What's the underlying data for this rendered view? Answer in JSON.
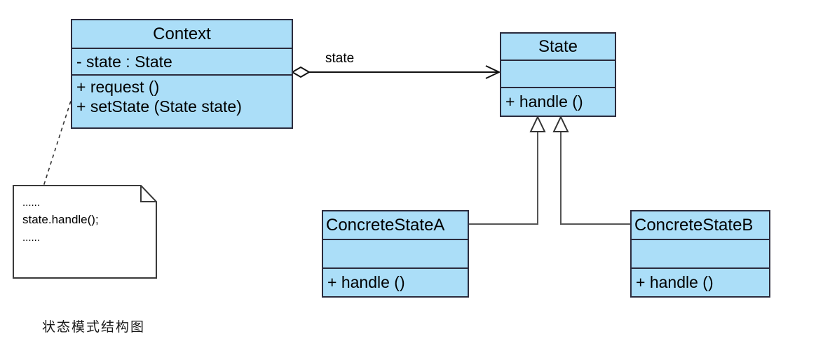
{
  "diagram": {
    "title_caption": "状态模式结构图",
    "fill_color": "#ABDEF8",
    "stroke_color": "#2b2b3d",
    "background": "#ffffff",
    "classes": [
      {
        "id": "context",
        "name": "Context",
        "name_align": "center",
        "attributes": [
          "- state  : State"
        ],
        "operations": [
          "+ request ()",
          "+ setState (State state)"
        ]
      },
      {
        "id": "state",
        "name": "State",
        "name_align": "center",
        "attributes": [
          ""
        ],
        "operations": [
          "+ handle ()"
        ]
      },
      {
        "id": "concrete-state-a",
        "name": "ConcreteStateA",
        "name_align": "left",
        "attributes": [
          ""
        ],
        "operations": [
          "+ handle ()"
        ]
      },
      {
        "id": "concrete-state-b",
        "name": "ConcreteStateB",
        "name_align": "left",
        "attributes": [
          ""
        ],
        "operations": [
          "+ handle ()"
        ]
      }
    ],
    "note": {
      "lines": [
        "......",
        "state.handle();",
        "......"
      ]
    },
    "relations": [
      {
        "id": "context-state",
        "type": "aggregation-directed",
        "label": "state",
        "from": "context",
        "to": "state"
      },
      {
        "id": "a-generalizes-state",
        "type": "generalization",
        "label": "",
        "from": "concrete-state-a",
        "to": "state"
      },
      {
        "id": "b-generalizes-state",
        "type": "generalization",
        "label": "",
        "from": "concrete-state-b",
        "to": "state"
      },
      {
        "id": "note-anchor",
        "type": "note-link",
        "label": "",
        "from": "note",
        "to": "context"
      }
    ]
  }
}
